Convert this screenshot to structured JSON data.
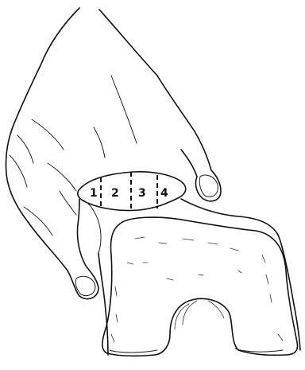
{
  "figure": {
    "zones": [
      {
        "id": "zone-1",
        "label": "1"
      },
      {
        "id": "zone-2",
        "label": "2"
      },
      {
        "id": "zone-3",
        "label": "3"
      },
      {
        "id": "zone-4",
        "label": "4"
      }
    ],
    "colors": {
      "ink": "#111111",
      "background": "#ffffff"
    }
  }
}
